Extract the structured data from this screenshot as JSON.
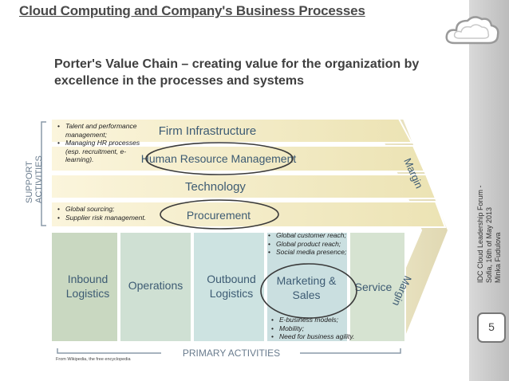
{
  "title": "Cloud Computing and Company's Business Processes",
  "subtitle": "Porter's Value Chain – creating value for the organization by excellence in the processes and systems",
  "side_note": {
    "line1": "IDC Cloud Leadership Forum -",
    "line2": "Sofia, 16th of May 2013",
    "line3": "Minka Fudulova"
  },
  "page_number": "5",
  "diagram": {
    "support_label_1": "SUPPORT",
    "support_label_2": "ACTIVITIES",
    "support": [
      "Firm Infrastructure",
      "Human Resource Management",
      "Technology",
      "Procurement"
    ],
    "primary": [
      {
        "line1": "Inbound",
        "line2": "Logistics"
      },
      {
        "line1": "Operations",
        "line2": ""
      },
      {
        "line1": "Outbound",
        "line2": "Logistics"
      },
      {
        "line1": "Marketing &",
        "line2": "Sales"
      },
      {
        "line1": "Service",
        "line2": ""
      }
    ],
    "margin": "Margin",
    "primary_label": "PRIMARY ACTIVITIES",
    "source": "From Wikipedia, the free encyclopedia"
  },
  "notes": {
    "hr": [
      "Talent and performance management;",
      "Managing HR processes (esp. recruitment, e-learning)."
    ],
    "procurement": [
      "Global sourcing;",
      "Supplier risk management."
    ],
    "marketing": [
      "Global customer reach;",
      "Global product reach;",
      "Social media presence;"
    ],
    "ebusiness": [
      "E-business models;",
      "Mobility;",
      "Need for business agility."
    ]
  }
}
